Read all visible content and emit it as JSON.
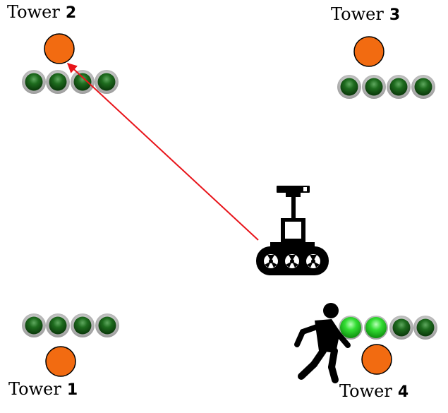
{
  "towers": [
    {
      "word": "Tower",
      "number": "1",
      "lights_on": [
        false,
        false,
        false,
        false
      ]
    },
    {
      "word": "Tower",
      "number": "2",
      "lights_on": [
        false,
        false,
        false,
        false
      ],
      "target": true
    },
    {
      "word": "Tower",
      "number": "3",
      "lights_on": [
        false,
        false,
        false,
        false
      ]
    },
    {
      "word": "Tower",
      "number": "4",
      "lights_on": [
        true,
        true,
        false,
        false
      ],
      "human_present": true
    }
  ],
  "colors": {
    "tower_disc": "#f26b11",
    "light_on": "#33dd33",
    "light_off": "#1e6b1e",
    "light_rim": "#b8b8b8",
    "arrow": "#e8141a",
    "icon": "#000000"
  },
  "icons": {
    "robot": "tracked-robot-icon",
    "human": "walking-person-icon"
  }
}
